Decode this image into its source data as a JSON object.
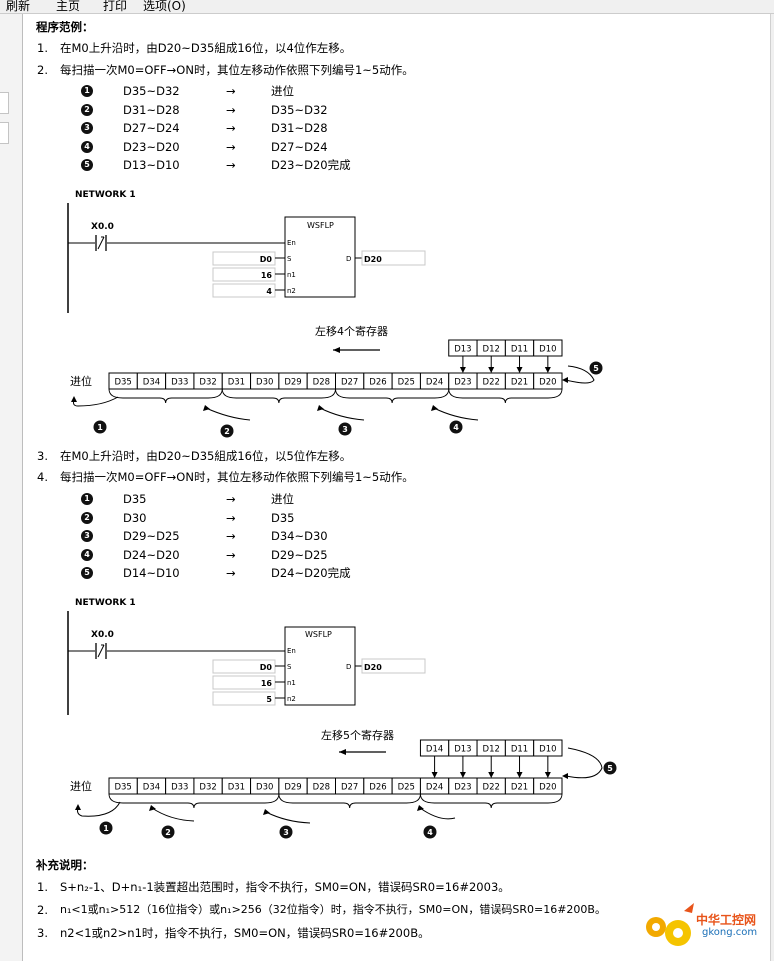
{
  "menu": [
    "刷新",
    "主页",
    "打印",
    "选项(O)"
  ],
  "heading": "程序范例：",
  "steps_a": [
    {
      "n": "1.",
      "text": "在M0上升沿时，由D20~D35組成16位，以4位作左移。"
    },
    {
      "n": "2.",
      "text": "每扫描一次M0=OFF→ON时，其位左移动作依照下列编号1~5动作。"
    }
  ],
  "moves_a": [
    {
      "badge": "1",
      "from": "D35~D32",
      "arrow": "→",
      "to": "进位"
    },
    {
      "badge": "2",
      "from": "D31~D28",
      "arrow": "→",
      "to": "D35~D32"
    },
    {
      "badge": "3",
      "from": "D27~D24",
      "arrow": "→",
      "to": "D31~D28"
    },
    {
      "badge": "4",
      "from": "D23~D20",
      "arrow": "→",
      "to": "D27~D24"
    },
    {
      "badge": "5",
      "from": "D13~D10",
      "arrow": "→",
      "to": "D23~D20完成"
    }
  ],
  "ladder_a": {
    "network": "NETWORK 1",
    "contact": "X0.0",
    "block": "WSFLP",
    "en": "En",
    "s": "S",
    "d": "D",
    "n1": "n1",
    "n2": "n2",
    "s_val": "D0",
    "n1_val": "16",
    "n2_val": "4",
    "d_val": "D20"
  },
  "shift_a": {
    "title": "左移4个寄存器",
    "carry": "进位",
    "cells": [
      "D35",
      "D34",
      "D33",
      "D32",
      "D31",
      "D30",
      "D29",
      "D28",
      "D27",
      "D26",
      "D25",
      "D24",
      "D23",
      "D22",
      "D21",
      "D20"
    ],
    "src": [
      "D13",
      "D12",
      "D11",
      "D10"
    ],
    "badges": [
      "1",
      "2",
      "3",
      "4",
      "5"
    ]
  },
  "steps_b": [
    {
      "n": "3.",
      "text": "在M0上升沿时，由D20~D35組成16位，以5位作左移。"
    },
    {
      "n": "4.",
      "text": "每扫描一次M0=OFF→ON时，其位左移动作依照下列编号1~5动作。"
    }
  ],
  "moves_b": [
    {
      "badge": "1",
      "from": "D35",
      "arrow": "→",
      "to": "进位"
    },
    {
      "badge": "2",
      "from": "D30",
      "arrow": "→",
      "to": "D35"
    },
    {
      "badge": "3",
      "from": "D29~D25",
      "arrow": "→",
      "to": "D34~D30"
    },
    {
      "badge": "4",
      "from": "D24~D20",
      "arrow": "→",
      "to": "D29~D25"
    },
    {
      "badge": "5",
      "from": "D14~D10",
      "arrow": "→",
      "to": "D24~D20完成"
    }
  ],
  "ladder_b": {
    "network": "NETWORK 1",
    "contact": "X0.0",
    "block": "WSFLP",
    "en": "En",
    "s": "S",
    "d": "D",
    "n1": "n1",
    "n2": "n2",
    "s_val": "D0",
    "n1_val": "16",
    "n2_val": "5",
    "d_val": "D20"
  },
  "shift_b": {
    "title": "左移5个寄存器",
    "carry": "进位",
    "cells": [
      "D35",
      "D34",
      "D33",
      "D32",
      "D31",
      "D30",
      "D29",
      "D28",
      "D27",
      "D26",
      "D25",
      "D24",
      "D23",
      "D22",
      "D21",
      "D20"
    ],
    "src": [
      "D14",
      "D13",
      "D12",
      "D11",
      "D10"
    ],
    "badges": [
      "1",
      "2",
      "3",
      "4",
      "5"
    ]
  },
  "notes_heading": "补充说明：",
  "notes": [
    {
      "n": "1.",
      "text": "S+n₂-1、D+n₁-1装置超出范围时，指令不执行，SM0=ON，错误码SR0=16#2003。"
    },
    {
      "n": "2.",
      "text": "n₁<1或n₁>512（16位指令）或n₁>256（32位指令）时，指令不执行，SM0=ON，错误码SR0=16#200B。"
    },
    {
      "n": "3.",
      "text": "n2<1或n2>n1时，指令不执行，SM0=ON，错误码SR0=16#200B。"
    }
  ],
  "watermark": {
    "cn": "中华工控网",
    "url": "gkong.com"
  }
}
